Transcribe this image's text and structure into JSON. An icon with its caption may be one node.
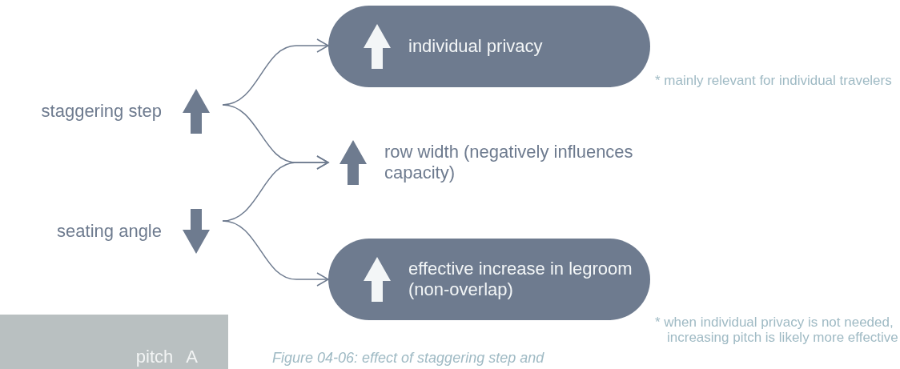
{
  "diagram": {
    "caption": "Figure 04-06: effect of staggering step and",
    "nodes": [
      {
        "text": [
          "staggering step"
        ]
      },
      {
        "text": [
          "seating angle"
        ]
      },
      {
        "text": [
          "individual privacy"
        ],
        "beside": [
          "* mainly relevant for individual travelers"
        ]
      },
      {
        "text": [
          "row width (negatively influences capacity)"
        ]
      },
      {
        "text": [
          "effective increase in legroom (non-overlap)"
        ],
        "beside": [
          "* when individual privacy is not needed, increasing pitch is likely more effective"
        ]
      }
    ],
    "edges": [
      {
        "from": 0,
        "to": 2,
        "arrow": "to"
      },
      {
        "from": 0,
        "to": 3,
        "arrow": "to"
      },
      {
        "from": 1,
        "to": 3,
        "arrow": "to"
      },
      {
        "from": 1,
        "to": 4,
        "arrow": "to"
      }
    ],
    "labels": [
      "pitch",
      "A"
    ]
  }
}
